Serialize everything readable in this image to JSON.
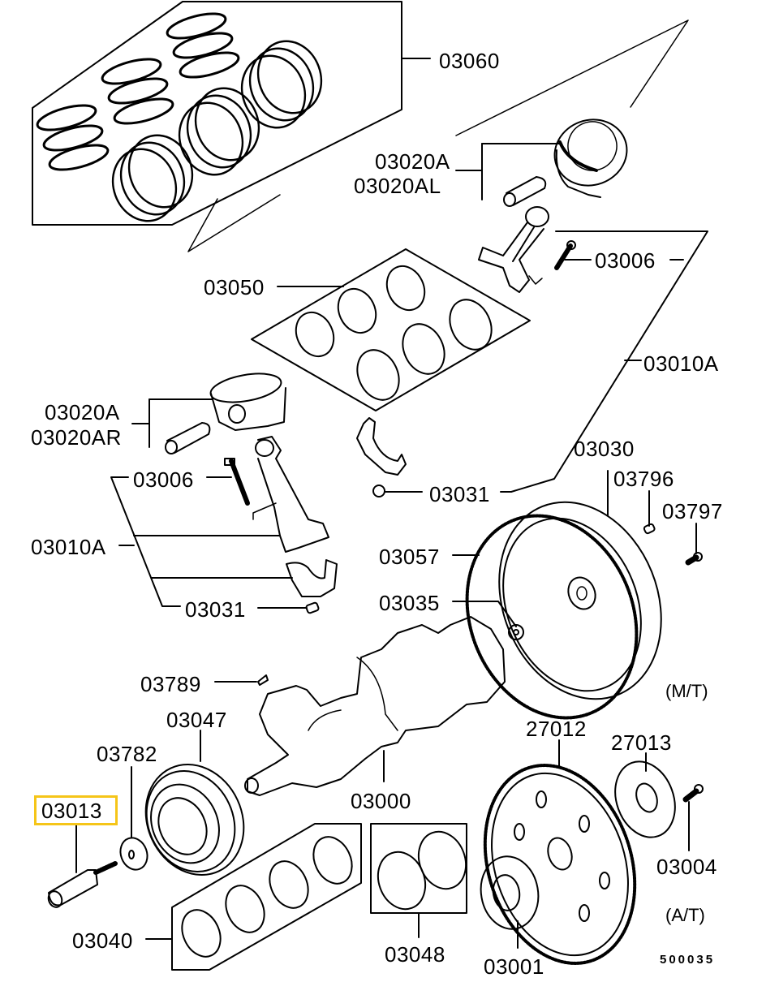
{
  "diagram": {
    "title": "Crankshaft, Piston & Flywheel parts diagram",
    "highlight_color": "#f5c518",
    "highlighted_part": "03013",
    "figure_code": "500035",
    "variants": {
      "manual": "(M/T)",
      "automatic": "(A/T)"
    },
    "parts": {
      "p03060": "03060",
      "p03020A_top": "03020A",
      "p03020AL": "03020AL",
      "p03006_top": "03006",
      "p03050": "03050",
      "p03010A_right": "03010A",
      "p03020A_left": "03020A",
      "p03020AR": "03020AR",
      "p03006_left": "03006",
      "p03010A_left": "03010A",
      "p03031_left": "03031",
      "p03031_right": "03031",
      "p03030": "03030",
      "p03796": "03796",
      "p03797": "03797",
      "p03057": "03057",
      "p03035": "03035",
      "p03789": "03789",
      "p03047": "03047",
      "p03782": "03782",
      "p03013": "03013",
      "p03000": "03000",
      "p27012": "27012",
      "p27013": "27013",
      "p03004": "03004",
      "p03040": "03040",
      "p03048": "03048",
      "p03001": "03001"
    }
  }
}
